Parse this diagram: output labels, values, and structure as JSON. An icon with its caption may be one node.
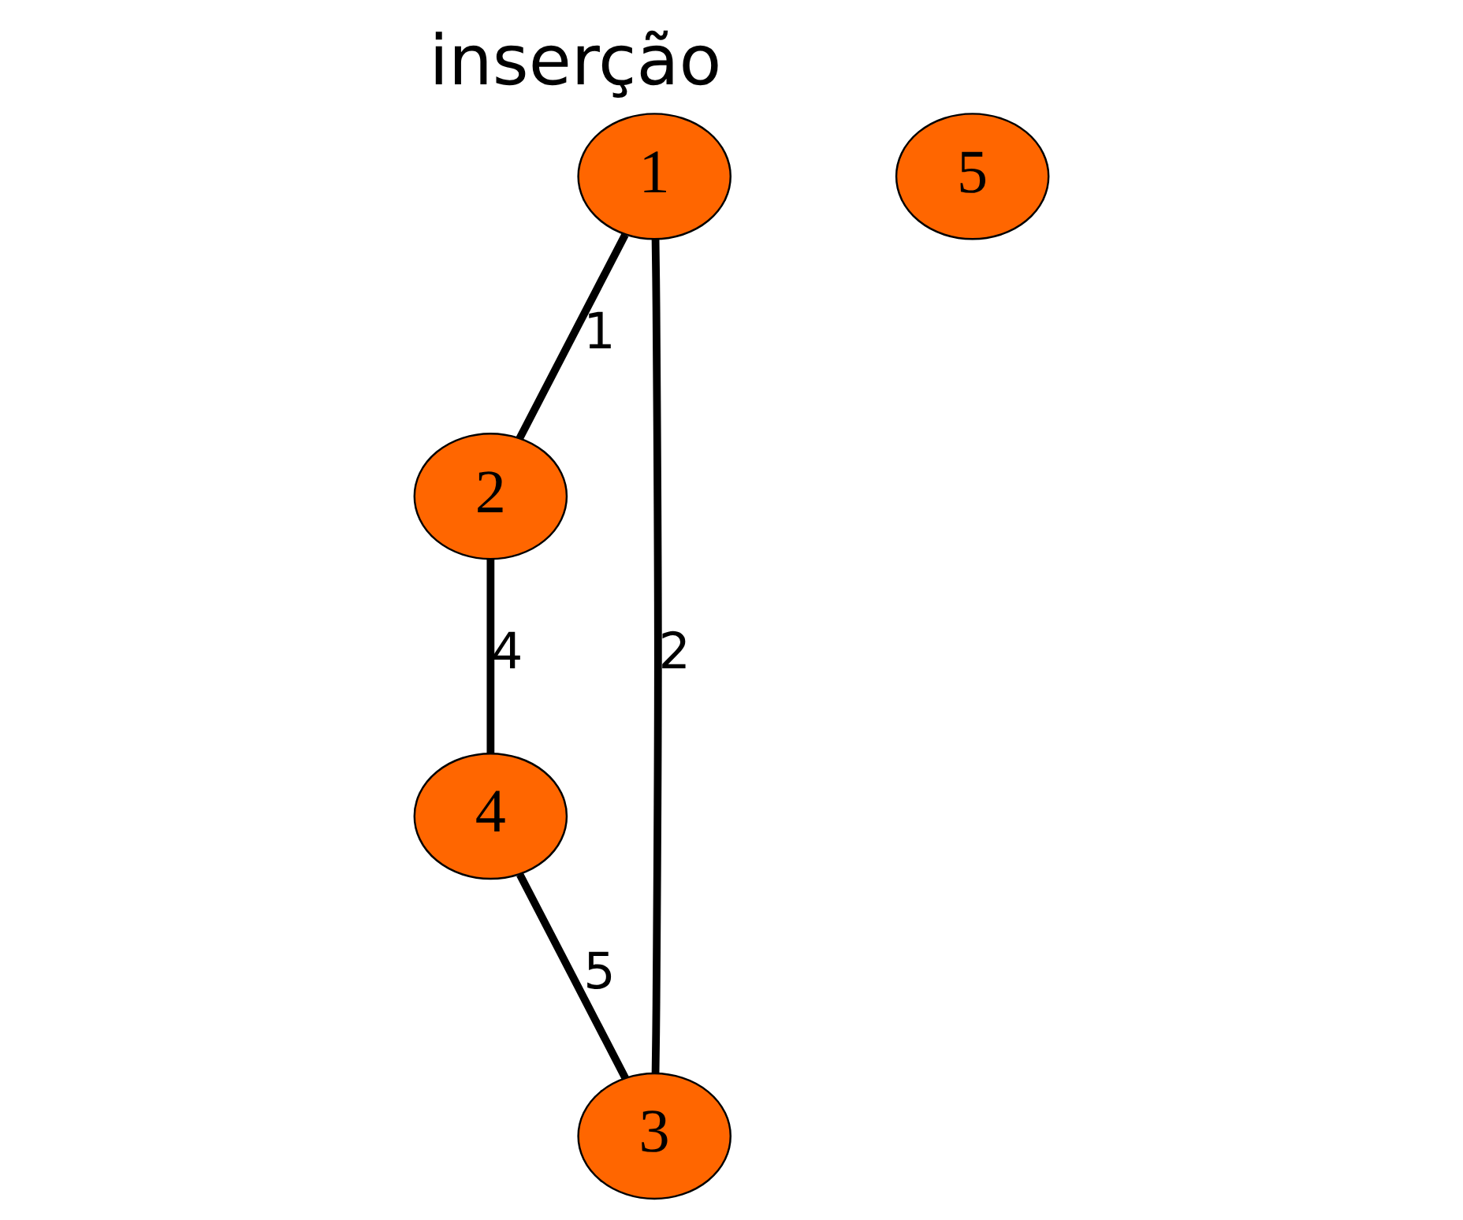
{
  "diagram": {
    "title": "inserção",
    "nodes": [
      {
        "text": [
          "1"
        ]
      },
      {
        "text": [
          "2"
        ]
      },
      {
        "text": [
          "3"
        ]
      },
      {
        "text": [
          "4"
        ]
      },
      {
        "text": [
          "5"
        ]
      }
    ],
    "edges": [
      {
        "from": 0,
        "to": 1,
        "arrow": "none",
        "label": "1"
      },
      {
        "from": 0,
        "to": 2,
        "arrow": "none",
        "label": "2"
      },
      {
        "from": 1,
        "to": 3,
        "arrow": "none",
        "label": "4"
      },
      {
        "from": 3,
        "to": 2,
        "arrow": "none",
        "label": "5"
      }
    ]
  }
}
